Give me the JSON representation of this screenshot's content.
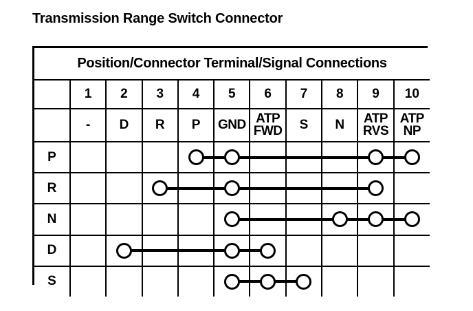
{
  "page_title": "Transmission Range Switch Connector",
  "table": {
    "banner": "Position/Connector Terminal/Signal Connections",
    "corner_label": "",
    "terminal_header_label": "",
    "terminals": [
      "1",
      "2",
      "3",
      "4",
      "5",
      "6",
      "7",
      "8",
      "9",
      "10"
    ],
    "signals": [
      {
        "text": "-",
        "lines": [
          "-"
        ]
      },
      {
        "text": "D",
        "lines": [
          "D"
        ]
      },
      {
        "text": "R",
        "lines": [
          "R"
        ]
      },
      {
        "text": "P",
        "lines": [
          "P"
        ]
      },
      {
        "text": "GND",
        "lines": [
          "GND"
        ]
      },
      {
        "text": "ATP FWD",
        "lines": [
          "ATP",
          "FWD"
        ]
      },
      {
        "text": "S",
        "lines": [
          "S"
        ]
      },
      {
        "text": "N",
        "lines": [
          "N"
        ]
      },
      {
        "text": "ATP RVS",
        "lines": [
          "ATP",
          "RVS"
        ]
      },
      {
        "text": "ATP NP",
        "lines": [
          "ATP",
          "NP"
        ]
      }
    ],
    "rows": [
      {
        "position": "P",
        "connected_terminals": [
          4,
          5,
          9,
          10
        ]
      },
      {
        "position": "R",
        "connected_terminals": [
          3,
          5,
          9
        ]
      },
      {
        "position": "N",
        "connected_terminals": [
          5,
          8,
          9,
          10
        ]
      },
      {
        "position": "D",
        "connected_terminals": [
          2,
          5,
          6
        ]
      },
      {
        "position": "S",
        "connected_terminals": [
          5,
          6,
          7
        ]
      }
    ]
  },
  "colors": {
    "ink": "#000000",
    "paper": "#ffffff"
  }
}
